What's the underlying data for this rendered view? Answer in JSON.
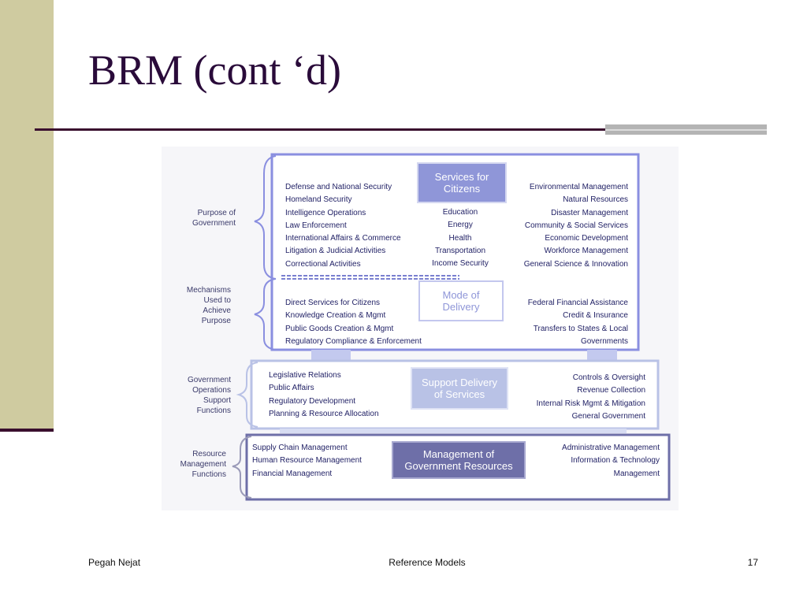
{
  "slide": {
    "title": "BRM (cont ‘d)",
    "footer_left": "Pegah Nejat",
    "footer_center": "Reference Models",
    "page_number": "17"
  },
  "diagram": {
    "side_labels": {
      "purpose": "Purpose of\nGovernment",
      "mechanisms": "Mechanisms\nUsed to\nAchieve\nPurpose",
      "operations": "Government\nOperations\nSupport\nFunctions",
      "resource": "Resource\nManagement\nFunctions"
    },
    "services": {
      "box_label": "Services for\nCitizens",
      "left": [
        "Defense and National Security",
        "Homeland Security",
        "Intelligence Operations",
        "Law Enforcement",
        "International Affairs & Commerce",
        "Litigation & Judicial Activities",
        "Correctional Activities"
      ],
      "center": [
        "Education",
        "Energy",
        "Health",
        "Transportation",
        "Income Security"
      ],
      "right": [
        "Environmental Management",
        "Natural Resources",
        "Disaster Management",
        "Community & Social Services",
        "Economic Development",
        "Workforce Management",
        "General Science & Innovation"
      ]
    },
    "delivery": {
      "box_label": "Mode of\nDelivery",
      "left": [
        "Direct Services for Citizens",
        "Knowledge Creation & Mgmt",
        "Public Goods Creation & Mgmt",
        "Regulatory Compliance & Enforcement"
      ],
      "right": [
        "Federal Financial Assistance",
        "Credit & Insurance",
        "Transfers to States & Local",
        "Governments"
      ]
    },
    "support": {
      "box_label": "Support Delivery\nof Services",
      "left": [
        "Legislative Relations",
        "Public Affairs",
        "Regulatory Development",
        "Planning & Resource Allocation"
      ],
      "right": [
        "Controls & Oversight",
        "Revenue Collection",
        "Internal Risk Mgmt & Mitigation",
        "General Government"
      ]
    },
    "resources": {
      "box_label": "Management of\nGovernment Resources",
      "left": [
        "Supply Chain Management",
        "Human Resource Management",
        "Financial Management"
      ],
      "right": [
        "Administrative Management",
        "Information & Technology",
        "Management"
      ]
    }
  },
  "colors": {
    "title": "#2a0b3a",
    "accent_bar": "#cfcba0",
    "frame_blue": "#8a8fe0",
    "box_services": "#8f96d8",
    "box_support": "#b9c2e6",
    "box_resources": "#6e6fa8"
  }
}
